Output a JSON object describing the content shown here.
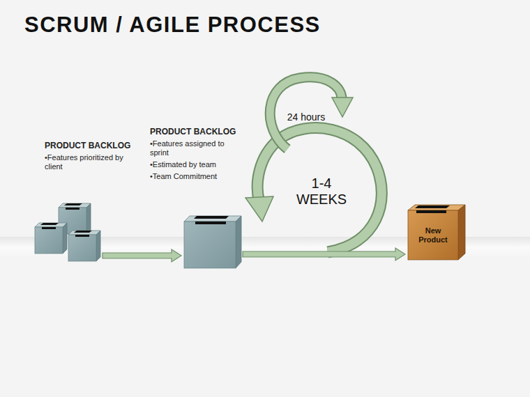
{
  "diagram": {
    "title": "SCRUM / AGILE PROCESS",
    "nodes": [
      {
        "text": [
          "PRODUCT BACKLOG",
          "•Features prioritized by client"
        ]
      },
      {
        "text": [
          "PRODUCT BACKLOG",
          "•Features assigned to sprint",
          "•Estimated by team",
          "•Team Commitment"
        ]
      },
      {
        "text": [
          "New Product"
        ]
      }
    ],
    "edges": [
      {
        "from": 0,
        "to": 1,
        "arrow": "to"
      },
      {
        "from": 1,
        "to": 2,
        "arrow": "to"
      }
    ],
    "labels": [
      "24 hours",
      "1-4 WEEKS"
    ]
  }
}
